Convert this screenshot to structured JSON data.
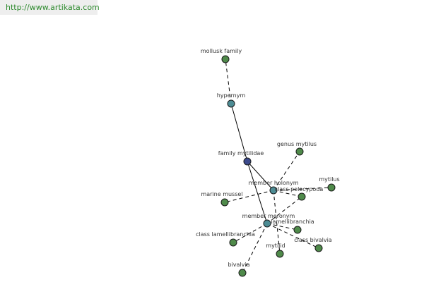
{
  "banner": {
    "url": "http://www.artikata.com"
  },
  "colors": {
    "leaf": "#4f8a4a",
    "relation": "#4d8c94",
    "center": "#3c4a8c",
    "banner_text": "#2d8a2d",
    "banner_bg": "#eeeeee"
  },
  "graph": {
    "nodes": [
      {
        "id": "family-mytilidae",
        "label": "family mytilidae",
        "kind": "center"
      },
      {
        "id": "hypernym",
        "label": "hypernym",
        "kind": "relation"
      },
      {
        "id": "member-holonym",
        "label": "member holonym",
        "kind": "relation"
      },
      {
        "id": "member-meronym",
        "label": "member meronym",
        "kind": "relation"
      },
      {
        "id": "mollusk-family",
        "label": "mollusk family",
        "kind": "leaf"
      },
      {
        "id": "genus-mytilus",
        "label": "genus mytilus",
        "kind": "leaf"
      },
      {
        "id": "marine-mussel",
        "label": "marine mussel",
        "kind": "leaf"
      },
      {
        "id": "class-pelecypoda",
        "label": "class pelecypoda",
        "kind": "leaf"
      },
      {
        "id": "mytilus",
        "label": "mytilus",
        "kind": "leaf"
      },
      {
        "id": "lamellibranchia",
        "label": "lamellibranchia",
        "kind": "leaf"
      },
      {
        "id": "class-lamellibranchia",
        "label": "class lamellibranchia",
        "kind": "leaf"
      },
      {
        "id": "class-bivalvia",
        "label": "class bivalvia",
        "kind": "leaf"
      },
      {
        "id": "mytilid",
        "label": "mytilid",
        "kind": "leaf"
      },
      {
        "id": "bivalvia",
        "label": "bivalvia",
        "kind": "leaf"
      }
    ],
    "edges": [
      {
        "from": "family-mytilidae",
        "to": "hypernym",
        "style": "solid"
      },
      {
        "from": "family-mytilidae",
        "to": "member-holonym",
        "style": "solid"
      },
      {
        "from": "family-mytilidae",
        "to": "member-meronym",
        "style": "solid"
      },
      {
        "from": "hypernym",
        "to": "mollusk-family",
        "style": "dashed"
      },
      {
        "from": "member-holonym",
        "to": "genus-mytilus",
        "style": "dashed"
      },
      {
        "from": "member-holonym",
        "to": "marine-mussel",
        "style": "dashed"
      },
      {
        "from": "member-holonym",
        "to": "class-pelecypoda",
        "style": "dashed"
      },
      {
        "from": "member-holonym",
        "to": "mytilus",
        "style": "dashed"
      },
      {
        "from": "member-holonym",
        "to": "mytilid",
        "style": "dashed"
      },
      {
        "from": "member-meronym",
        "to": "class-pelecypoda",
        "style": "dashed"
      },
      {
        "from": "member-meronym",
        "to": "lamellibranchia",
        "style": "dashed"
      },
      {
        "from": "member-meronym",
        "to": "class-lamellibranchia",
        "style": "dashed"
      },
      {
        "from": "member-meronym",
        "to": "class-bivalvia",
        "style": "dashed"
      },
      {
        "from": "member-meronym",
        "to": "bivalvia",
        "style": "dashed"
      }
    ]
  }
}
